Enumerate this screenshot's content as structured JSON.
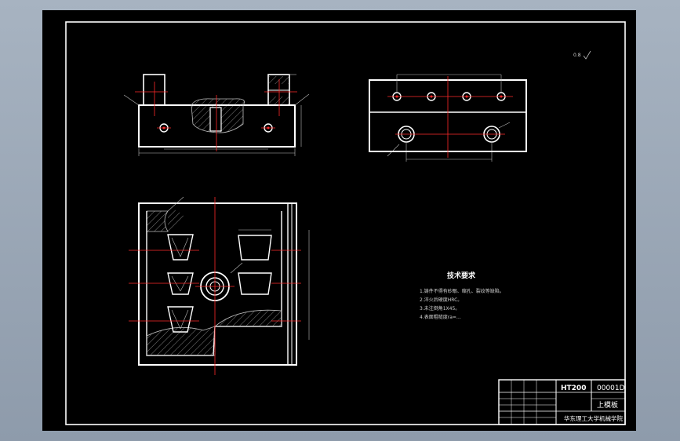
{
  "surface_mark": "0.8",
  "tech": {
    "title": "技术要求",
    "items": [
      "1.铸件不得有砂眼、缩孔、裂纹等缺陷。",
      "2.淬火后硬度HRC。",
      "3.未注倒角1X45。",
      "4.表面粗糙度ra=…"
    ]
  },
  "titleblock": {
    "material": "HT200",
    "code": "00001D",
    "name": "上模板",
    "school": "华东理工大学机械学院"
  },
  "colors": {
    "background": "#000000",
    "line": "#ffffff",
    "centerline": "#ff2a2a",
    "hatch": "#bcbcbc",
    "window": "#9aa7b6"
  }
}
